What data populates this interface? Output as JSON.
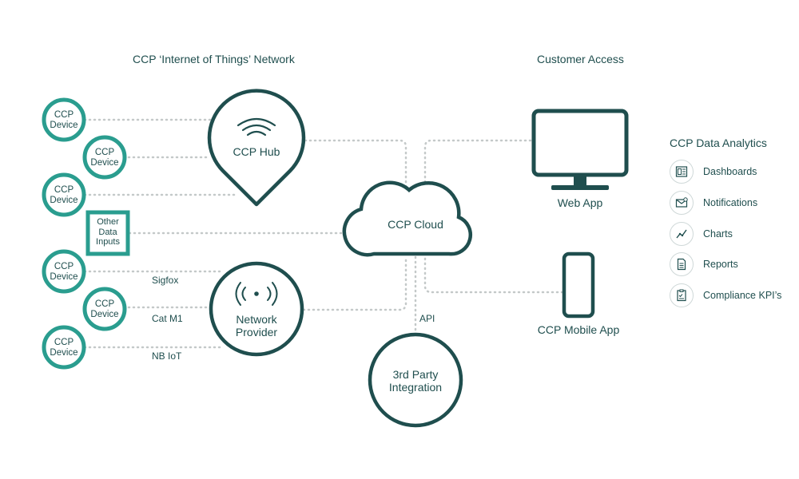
{
  "titles": {
    "network": "CCP ‘Internet of Things’ Network",
    "customer": "Customer Access",
    "analytics": "CCP Data Analytics"
  },
  "devices": [
    {
      "line1": "CCP",
      "line2": "Device"
    },
    {
      "line1": "CCP",
      "line2": "Device"
    },
    {
      "line1": "CCP",
      "line2": "Device"
    },
    {
      "line1": "CCP",
      "line2": "Device"
    },
    {
      "line1": "CCP",
      "line2": "Device"
    },
    {
      "line1": "CCP",
      "line2": "Device"
    }
  ],
  "other_inputs": {
    "line1": "Other",
    "line2": "Data",
    "line3": "Inputs"
  },
  "hub": {
    "label": "CCP Hub",
    "icon": "wifi-icon"
  },
  "cloud": {
    "label": "CCP Cloud",
    "icon": "cloud-icon"
  },
  "network_provider": {
    "line1": "Network",
    "line2": "Provider",
    "icon": "broadcast-icon"
  },
  "third_party": {
    "line1": "3rd Party",
    "line2": "Integration"
  },
  "connections": {
    "sigfox": "Sigfox",
    "catm1": "Cat M1",
    "nbiot": "NB IoT",
    "api": "API"
  },
  "web_app": {
    "label": "Web App",
    "icon": "monitor-icon"
  },
  "mobile_app": {
    "label": "CCP Mobile App",
    "icon": "phone-icon"
  },
  "analytics_items": [
    {
      "label": "Dashboards",
      "icon": "dashboard-icon"
    },
    {
      "label": "Notifications",
      "icon": "envelope-icon"
    },
    {
      "label": "Charts",
      "icon": "chart-icon"
    },
    {
      "label": "Reports",
      "icon": "document-icon"
    },
    {
      "label": "Compliance KPI’s",
      "icon": "checklist-icon"
    }
  ],
  "colors": {
    "teal": "#2a9d8f",
    "dark": "#1f4e4e",
    "dots": "#c4c9c9"
  }
}
